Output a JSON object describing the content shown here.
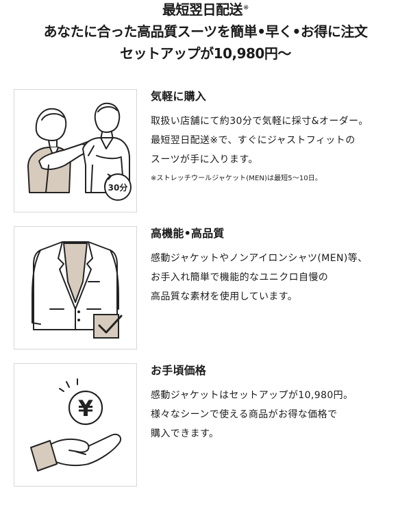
{
  "header": {
    "line1_main": "最短翌日配送",
    "line1_mark": "※",
    "line2": "あなたに合った高品質スーツを簡単•早く•お得に注文",
    "line3": "セットアップが10,980円〜"
  },
  "features": [
    {
      "icon": "tailor-measuring-icon",
      "badge": "30分",
      "title": "気軽に購入",
      "desc_lines": [
        "取扱い店舗にて約30分で気軽に採寸&オーダー。",
        "最短翌日配送※で、すぐにジャストフィットの",
        "スーツが手に入ります。"
      ],
      "note": "※ストレッチウールジャケット(MEN)は最短5〜10日。"
    },
    {
      "icon": "jacket-check-icon",
      "title": "高機能•高品質",
      "desc_lines": [
        "感動ジャケットやノンアイロンシャツ(MEN)等、",
        "お手入れ簡単で機能的なユニクロ自慢の",
        "高品質な素材を使用しています。"
      ]
    },
    {
      "icon": "yen-coin-hand-icon",
      "badge": "¥",
      "title": "お手頃価格",
      "desc_lines": [
        "感動ジャケットはセットアップが10,980円。",
        "様々なシーンで使える商品がお得な価格で",
        "購入できます。"
      ]
    }
  ],
  "colors": {
    "text": "#1b1b1b",
    "beige": "#d7cbbd",
    "border": "#d6d6d6"
  }
}
